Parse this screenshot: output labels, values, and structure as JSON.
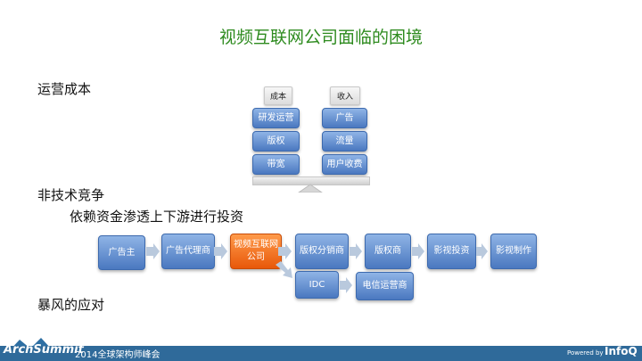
{
  "slide": {
    "title": "视频互联网公司面临的困境",
    "headings": [
      "运营成本",
      "非技术竞争",
      "暴风的应对"
    ],
    "subheading": "依赖资金渗透上下游进行投资"
  },
  "cost_revenue": {
    "cost_label": "成本",
    "revenue_label": "收入",
    "cost_items": [
      "研发运营",
      "版权",
      "带宽"
    ],
    "revenue_items": [
      "广告",
      "流量",
      "用户收费"
    ]
  },
  "flow": {
    "nodes": [
      "广告主",
      "广告代理商",
      "视频互联网公司",
      "版权分销商",
      "版权商",
      "影视投资",
      "影视制作"
    ],
    "branch_nodes": [
      "IDC",
      "电信运营商"
    ],
    "highlight_color": "#e8580a",
    "node_color": "#4a78c0"
  },
  "footer": {
    "brand": "ArchSummit",
    "event": "2014全球架构师峰会",
    "powered_by": "Powered by",
    "partner": "InfoQ"
  }
}
